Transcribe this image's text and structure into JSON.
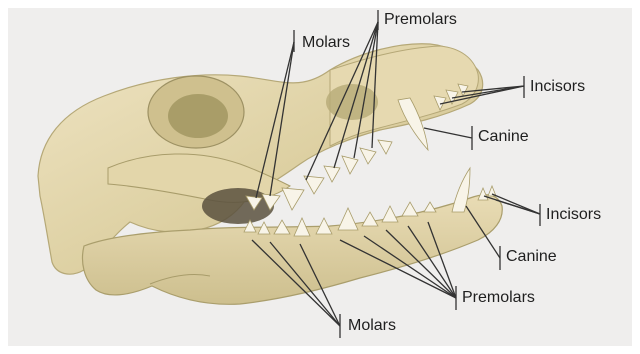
{
  "labels": {
    "premolars_top": "Premolars",
    "molars_top": "Molars",
    "incisors_top": "Incisors",
    "canine_top": "Canine",
    "incisors_bottom": "Incisors",
    "canine_bottom": "Canine",
    "premolars_bottom": "Premolars",
    "molars_bottom": "Molars"
  },
  "colors": {
    "background": "#efeeed",
    "bone_light": "#ece0bd",
    "bone_mid": "#d8c99a",
    "bone_shadow": "#a8a06e",
    "cavity": "#5b513e",
    "tooth": "#f8f4e8",
    "leader_line": "#333333"
  }
}
